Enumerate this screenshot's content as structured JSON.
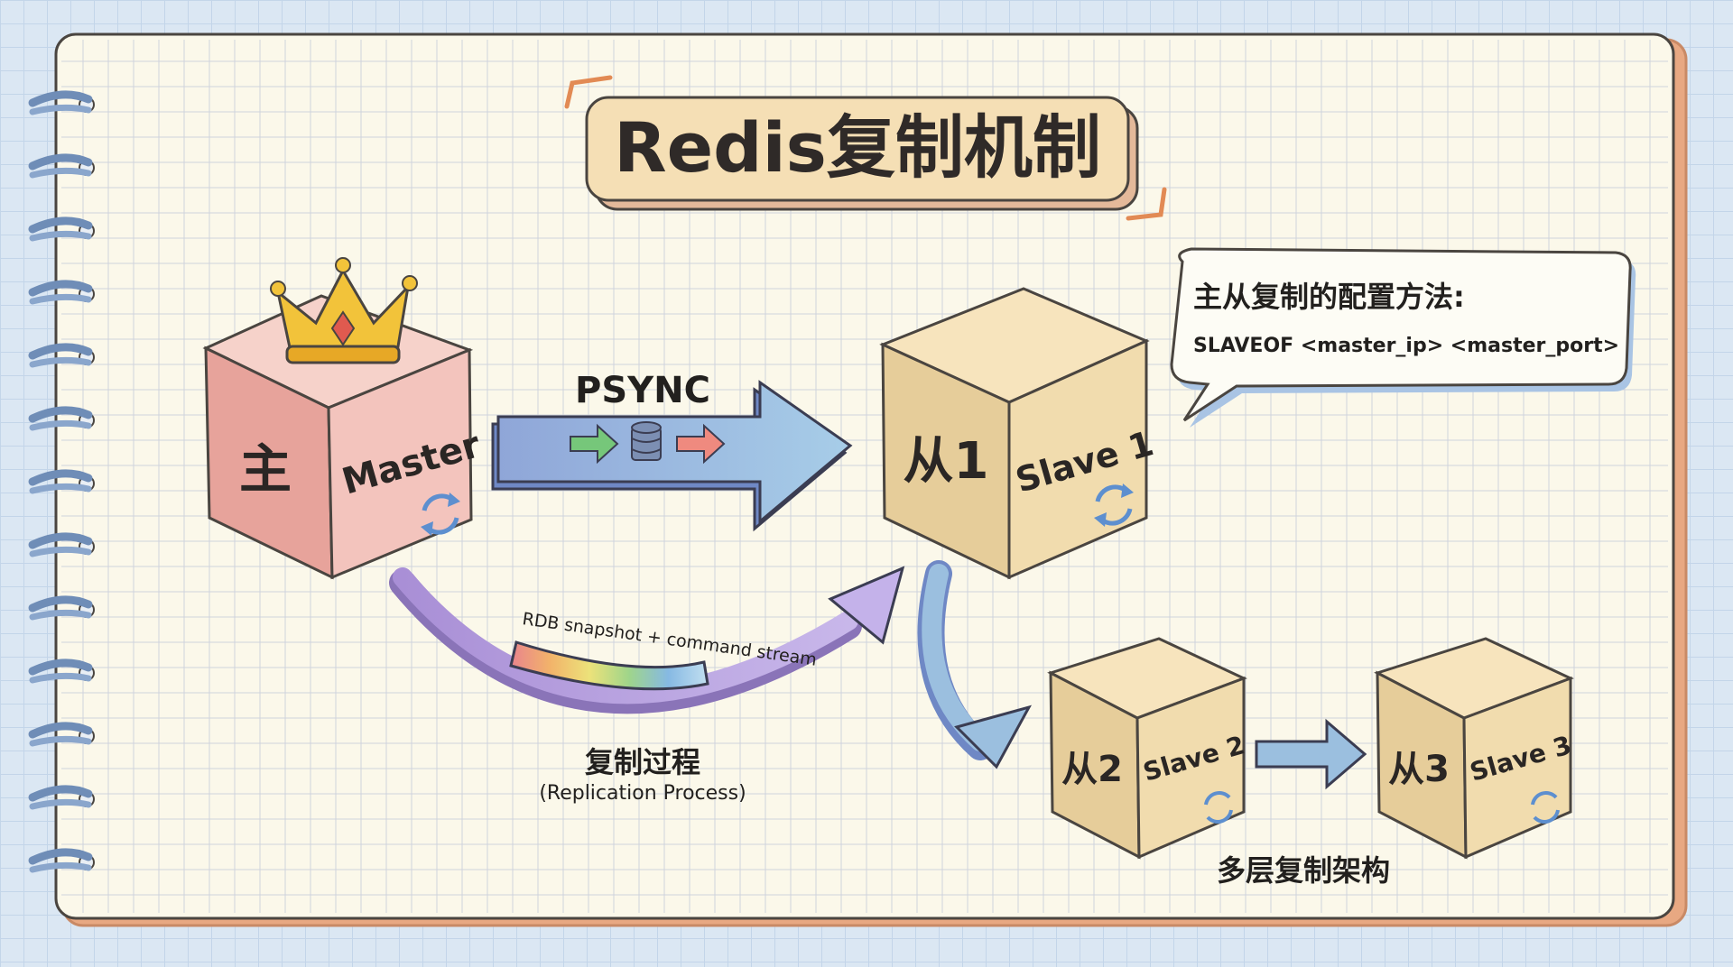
{
  "title": "Redis复制机制",
  "master": {
    "cn": "主",
    "en": "Master"
  },
  "slave1": {
    "cn": "从1",
    "en": "Slave 1"
  },
  "slave2": {
    "cn": "从2",
    "en": "Slave 2"
  },
  "slave3": {
    "cn": "从3",
    "en": "Slave 3"
  },
  "psync_label": "PSYNC",
  "process": {
    "stream_label": "RDB snapshot + command stream",
    "title_cn": "复制过程",
    "title_en": "(Replication Process)"
  },
  "config_bubble": {
    "heading": "主从复制的配置方法:",
    "command": "SLAVEOF <master_ip> <master_port>"
  },
  "multilayer_label": "多层复制架构",
  "colors": {
    "master_front": "#e7a39b",
    "master_side": "#f3c4bd",
    "slave_front": "#e6cd9a",
    "slave_side": "#f1dcae",
    "arrow_blue": "#9bbfdf",
    "arrow_purple": "#b7a2dc",
    "crown": "#f2c33a",
    "title_box": "#f5dfb5"
  },
  "icons": [
    "crown-icon",
    "sync-icon",
    "database-icon",
    "arrow-right-icon",
    "spiral-ring-icon"
  ]
}
